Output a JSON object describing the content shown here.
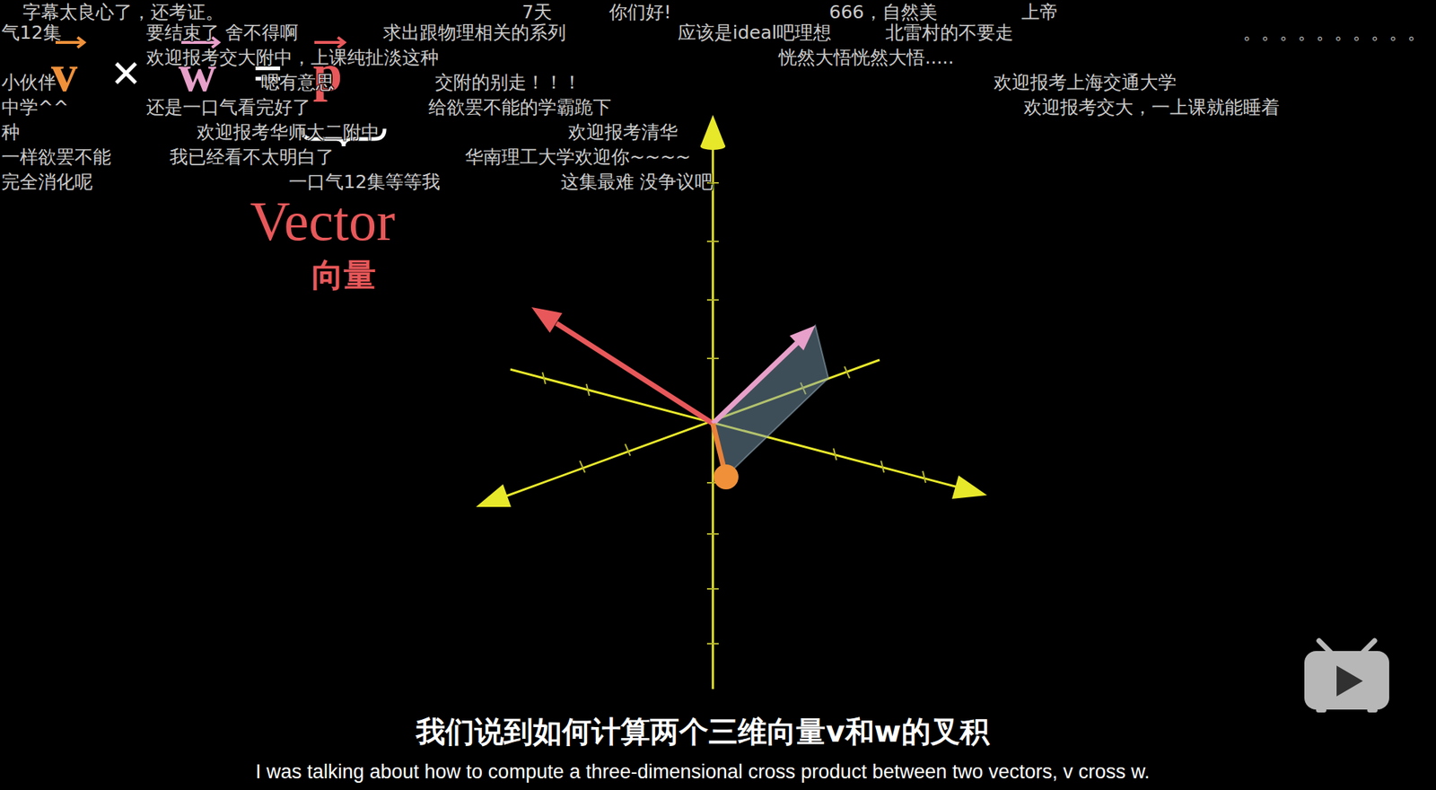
{
  "diagram": {
    "labels": [
      "字幕太良心了，还考证。",
      "7天",
      "你们好!",
      "666，自然美",
      "上帝",
      "气12集",
      "要结束了 舍不得啊",
      "求出跟物理相关的系列",
      "应该是ideal吧理想",
      "北雷村的不要走",
      "。。。。。。。。。。",
      "v",
      "×",
      "w",
      "=",
      "p",
      "欢迎报考交大附中，上课纯扯淡这种",
      "恍然大悟恍然大悟.....",
      "小伙伴",
      "嗯有意思",
      "交附的别走！！！",
      "欢迎报考上海交通大学",
      "中学^^",
      "还是一口气看完好了",
      "给欲罢不能的学霸跪下",
      "欢迎报考交大，一上课就能睡着",
      "种",
      "欢迎报考华师大二附中",
      "欢迎报考清华",
      "一样欲罢不能",
      "我已经看不太明白了",
      "华南理工大学欢迎你~~~~",
      "完全消化呢",
      "一口气12集等等我",
      "这集最难 没争议吧",
      "Vector",
      "向量",
      "我们说到如何计算两个三维向量v和w的叉积",
      "I was talking about how to compute a three-dimensional cross product between two vectors, v cross w."
    ]
  }
}
